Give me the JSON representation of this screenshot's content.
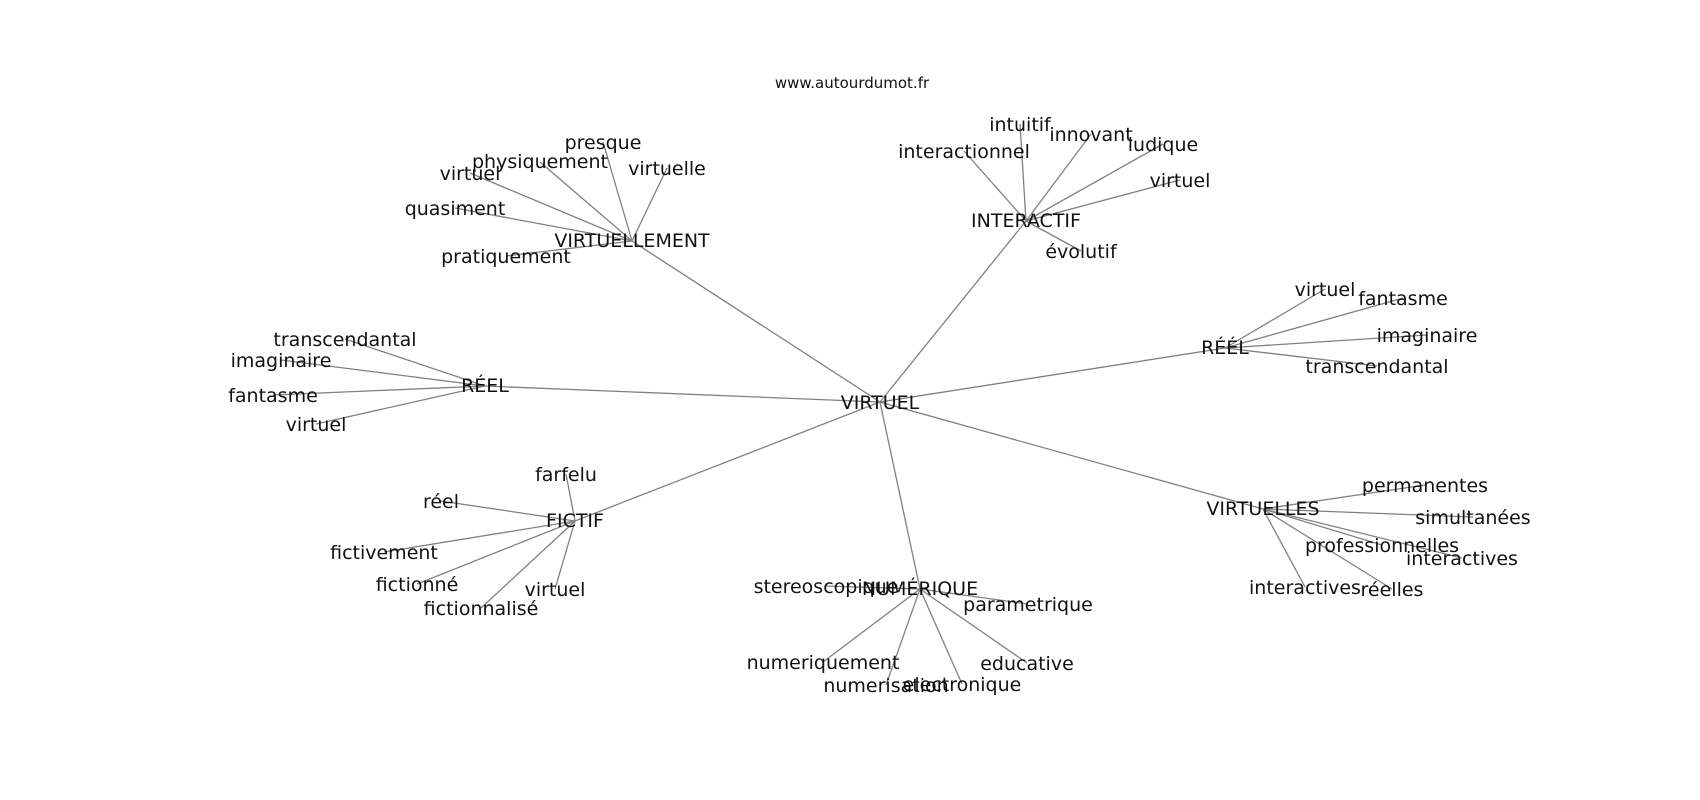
{
  "source": "www.autourdumot.fr",
  "graph": {
    "root": "VIRTUEL",
    "hubs": [
      {
        "id": "virtuellement",
        "label": "VIRTUELLEMENT",
        "words": [
          "presque",
          "physiquement",
          "virtuel",
          "virtuelle",
          "quasiment",
          "pratiquement"
        ]
      },
      {
        "id": "interactif",
        "label": "INTERACTIF",
        "words": [
          "intuitif",
          "innovant",
          "interactionnel",
          "ludique",
          "virtuel",
          "évolutif"
        ]
      },
      {
        "id": "reel-right",
        "label": "RÉÉL",
        "words": [
          "virtuel",
          "fantasme",
          "imaginaire",
          "transcendantal"
        ]
      },
      {
        "id": "reel-left",
        "label": "RÉEL",
        "words": [
          "transcendantal",
          "imaginaire",
          "fantasme",
          "virtuel"
        ]
      },
      {
        "id": "fictif",
        "label": "FICTIF",
        "words": [
          "farfelu",
          "réel",
          "fictivement",
          "fictionné",
          "virtuel",
          "fictionnalisé"
        ]
      },
      {
        "id": "numerique",
        "label": "NUMÉRIQUE",
        "words": [
          "stereoscopique",
          "parametrique",
          "numeriquement",
          "educative",
          "numerisation",
          "electronique"
        ]
      },
      {
        "id": "virtuelles",
        "label": "VIRTUELLES",
        "words": [
          "permanentes",
          "simultanées",
          "professionnelles",
          "interactives",
          "interactives",
          "réelles"
        ]
      }
    ]
  }
}
